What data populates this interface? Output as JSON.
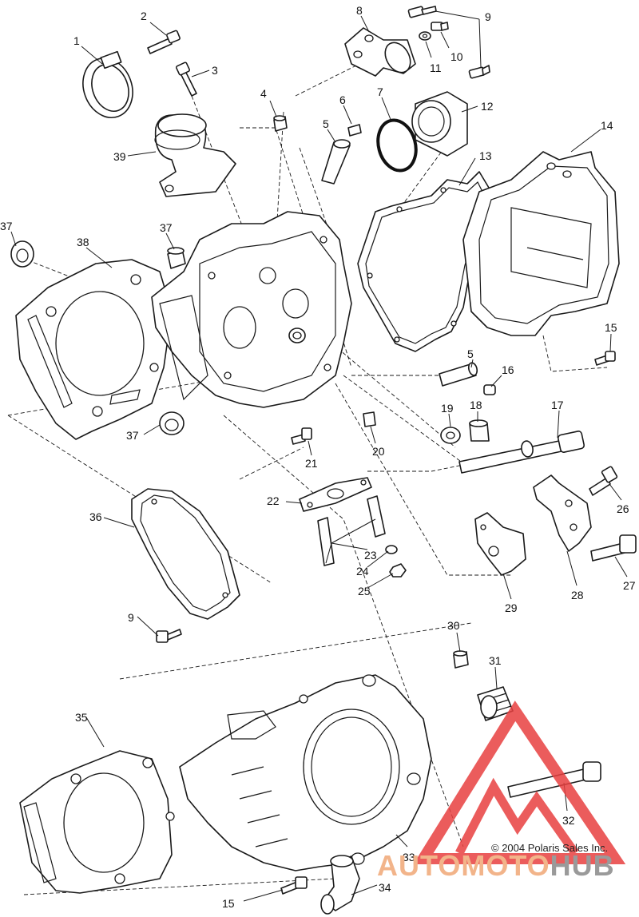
{
  "callouts": [
    "1",
    "2",
    "3",
    "4",
    "5",
    "6",
    "7",
    "8",
    "9",
    "10",
    "11",
    "12",
    "13",
    "14",
    "15",
    "16",
    "17",
    "18",
    "19",
    "20",
    "21",
    "22",
    "23",
    "24",
    "25",
    "26",
    "27",
    "28",
    "29",
    "30",
    "31",
    "32",
    "33",
    "34",
    "35",
    "36",
    "37",
    "38",
    "39"
  ],
  "copyright": "© 2004 Polaris Sales Inc.",
  "watermark": {
    "part1": "AUTOMOTO",
    "part2": "HUB",
    "logo": "automotohub-triangle-logo"
  },
  "colors": {
    "line": "#1a1a1a",
    "watermark_red": "#e84040",
    "watermark_orange": "#f2b48a",
    "watermark_gray": "#9a9a9a"
  }
}
